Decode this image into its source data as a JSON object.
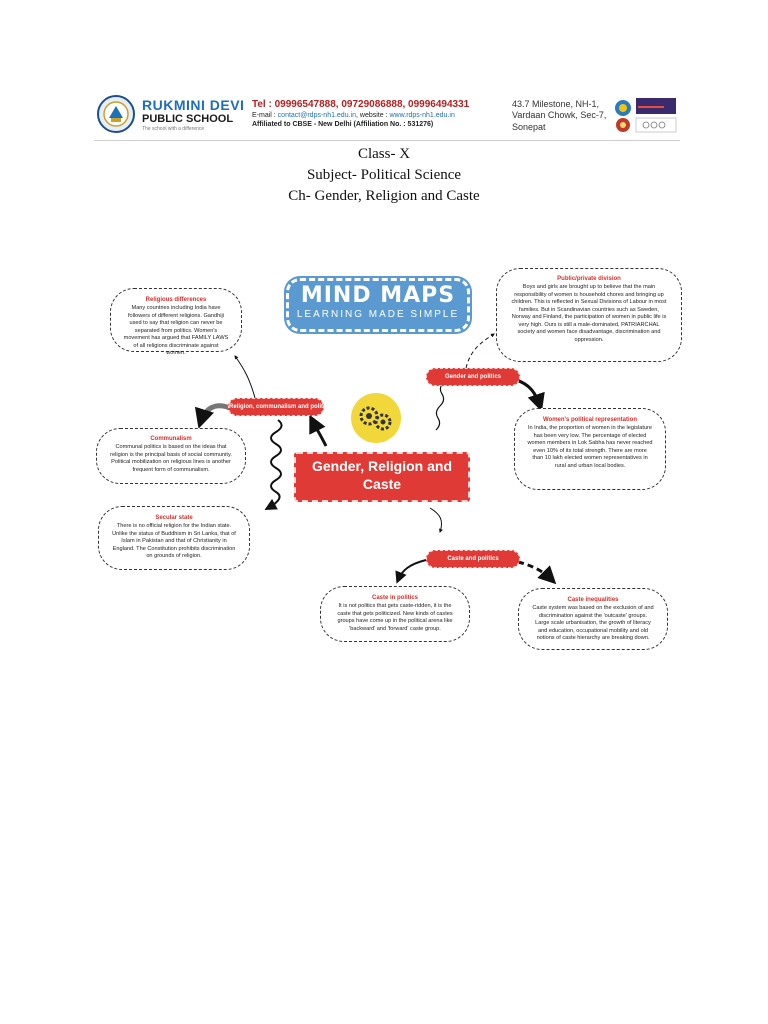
{
  "letterhead": {
    "school_line1": "RUKMINI DEVI",
    "school_line2": "PUBLIC SCHOOL",
    "tagline": "The school with a difference",
    "tel": "Tel : 09996547888, 09729086888, 09996494331",
    "email_prefix": "E-mail : ",
    "email": "contact@rdps-nh1.edu.in",
    "website_prefix": ", website : ",
    "website": "www.rdps-nh1.edu.in",
    "affiliation": "Affiliated to CBSE - New Delhi (Affiliation No. : 531276)",
    "address": [
      "43.7 Milestone, NH-1,",
      "Vardaan Chowk, Sec-7,",
      "Sonepat"
    ]
  },
  "heading": {
    "class_line": "Class- X",
    "subject_line": "Subject- Political Science",
    "chapter_line": "Ch- Gender, Religion and Caste"
  },
  "mindmap": {
    "title_main": "MIND MAPS",
    "title_sub": "LEARNING MADE SIMPLE",
    "central": "Gender, Religion and Caste",
    "branches": {
      "religion": "Religion, communalism and politics",
      "gender": "Gender and politics",
      "caste": "Caste and politics"
    },
    "bubbles": {
      "religious_differences": {
        "title": "Religious differences",
        "text": "Many countries including India have followers of different religions. Gandhiji used to say that religion can never be separated from politics. Women's movement has argued that FAMILY LAWS of all religions discriminate against women."
      },
      "communalism": {
        "title": "Communalism",
        "text": "Communal politics is based on the ideas that religion is the principal basis of social community. Political mobilization on religious lines is another frequent form of communalism."
      },
      "secular_state": {
        "title": "Secular state",
        "text": "There is no official religion for the Indian state. Unlike the status of Buddhism in Sri Lanka, that of Islam in Pakistan and that of Christianity in England. The Constitution prohibits discrimination on grounds of religion."
      },
      "public_private": {
        "title": "Public/private division",
        "text": "Boys and girls are brought up to believe that the main responsibility of women is household chores and bringing up children. This is reflected in Sexual Divisions of Labour in most families. But in Scandinavian countries such as Sweden, Norway and Finland, the participation of women in public life is very high. Ours is still a male-dominated, PATRIARCHAL society and women face disadvantage, discrimination and oppression."
      },
      "womens_representation": {
        "title": "Women's political representation",
        "text": "In India, the proportion of women in the legislature has been very low. The percentage of elected women members in Lok Sabha has never reached even 10% of its total strength. There are more than 10 lakh elected women representatives in rural and urban local bodies."
      },
      "caste_in_politics": {
        "title": "Caste in politics",
        "text": "It is not politics that gets caste-ridden, it is the caste that gets politicized. New kinds of castes groups have come up in the political arena like 'backward' and 'forward' caste group."
      },
      "caste_inequalities": {
        "title": "Caste inequalities",
        "text": "Caste system was based on the exclusion of and discrimination against the 'outcaste' groups. Large scale urbanisation, the growth of literacy and education, occupational mobility and old notions of caste hierarchy are breaking down."
      }
    }
  }
}
